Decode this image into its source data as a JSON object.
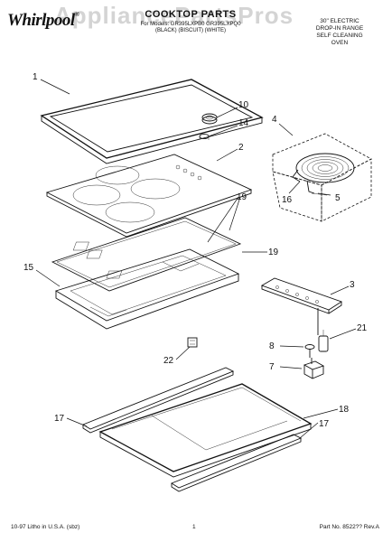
{
  "header": {
    "brand": "Whirlpool",
    "watermark": "AppliancePartsPros",
    "title": "COOKTOP PARTS",
    "subtitle_line1": "For Models: GR395LXPB0 GR395LXPQ0",
    "subtitle_line2": "(BLACK) (BISCUIT) (WHITE)",
    "desc_lines": [
      "30\" ELECTRIC",
      "DROP-IN RANGE",
      "SELF CLEANING",
      "OVEN"
    ]
  },
  "callouts": [
    "1",
    "10",
    "14",
    "2",
    "4",
    "16",
    "5",
    "19",
    "19",
    "15",
    "3",
    "21",
    "8",
    "7",
    "22",
    "17",
    "18",
    "17"
  ],
  "footer": {
    "left": "10-97 Litho in U.S.A. (sbz)",
    "page": "1",
    "right": "Part No. 8522?? Rev.A"
  }
}
